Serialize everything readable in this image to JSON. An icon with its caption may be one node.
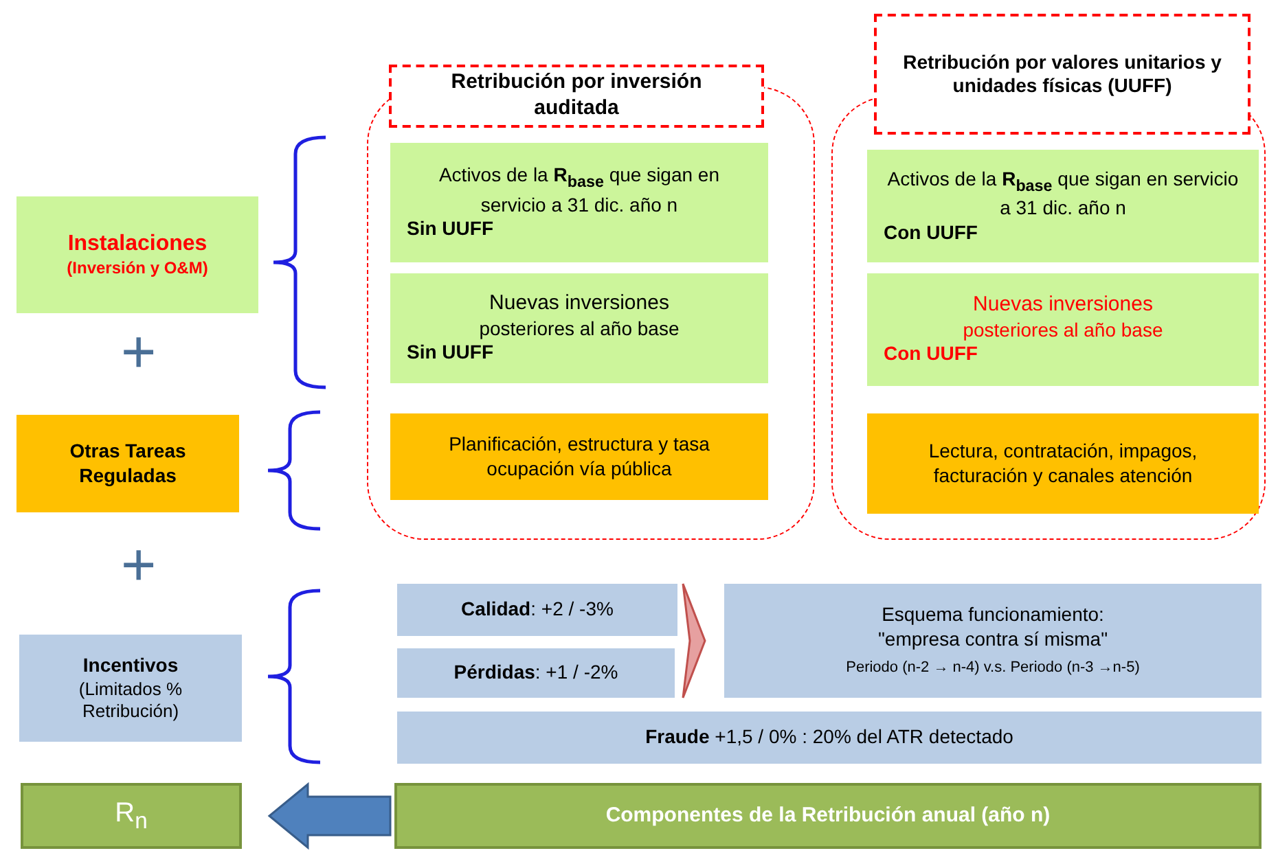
{
  "diagram": {
    "nodes": [
      {
        "text": [
          "Instalaciones",
          "(Inversión y O&M)"
        ]
      },
      {
        "text": [
          "Otras Tareas Reguladas"
        ]
      },
      {
        "text": [
          "Incentivos",
          "(Limitados % Retribución)"
        ]
      },
      {
        "text": [
          "R$_{n}$"
        ]
      },
      {
        "text": [
          "Retribución por inversión auditada"
        ]
      },
      {
        "text": [],
        "shape": "box"
      },
      {
        "text": [
          "Activos de la **R**$_{base}$ que sigan en servicio a 31 dic. año n",
          "Sin UUFF"
        ],
        "in": 5
      },
      {
        "text": [
          "Nuevas inversiones",
          "posteriores al año base",
          "Sin UUFF"
        ],
        "in": 5
      },
      {
        "text": [
          "Planificación, estructura y tasa ocupación vía pública"
        ],
        "in": 5
      },
      {
        "text": [
          "Retribución por valores unitarios y unidades físicas (UUFF)"
        ]
      },
      {
        "text": [],
        "shape": "box"
      },
      {
        "text": [
          "Activos de la **R**$_{base}$ que sigan en servicio a 31 dic. año n",
          "Con UUFF"
        ],
        "in": 10
      },
      {
        "text": [
          "Nuevas inversiones",
          "posteriores al año base",
          "Con UUFF"
        ],
        "in": 10
      },
      {
        "text": [
          "Lectura, contratación, impagos, facturación y canales atención"
        ],
        "in": 10
      },
      {
        "text": [
          "**Calidad**: +2 / -3%"
        ]
      },
      {
        "text": [
          "**Pérdidas**: +1 / -2%"
        ]
      },
      {
        "text": [
          "Esquema funcionamiento: \"empresa contra sí misma\"",
          "Periodo (n-2 → n-4) v.s. Periodo (n-3 →n-5)"
        ]
      },
      {
        "text": [
          "**Fraude** +1,5 / 0% : 20% del ATR detectado"
        ]
      },
      {
        "text": [
          "Componentes de la Retribución anual (año n)"
        ]
      }
    ],
    "edges": [
      {
        "from": 14,
        "to": 16,
        "arrow": "to"
      },
      {
        "from": 15,
        "to": 16,
        "arrow": "to"
      },
      {
        "from": 18,
        "to": 3,
        "arrow": "to"
      }
    ],
    "labels": [
      "+",
      "+"
    ]
  }
}
